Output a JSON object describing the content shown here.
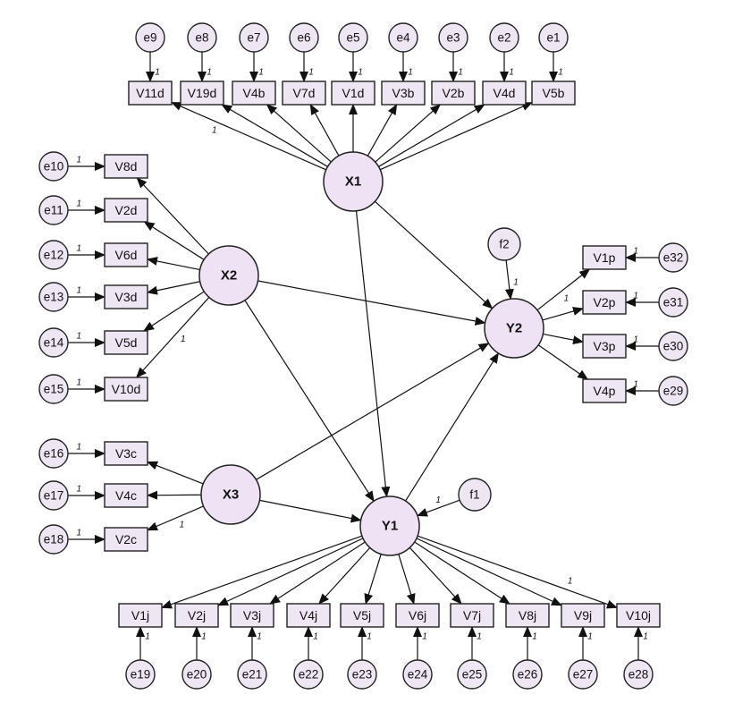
{
  "diagram": {
    "latents": {
      "x1": "X1",
      "x2": "X2",
      "x3": "X3",
      "y1": "Y1",
      "y2": "Y2",
      "f1": "f1",
      "f2": "f2"
    },
    "indicators": {
      "x1": [
        "V11d",
        "V19d",
        "V4b",
        "V7d",
        "V1d",
        "V3b",
        "V2b",
        "V4d",
        "V5b"
      ],
      "x2": [
        "V8d",
        "V2d",
        "V6d",
        "V3d",
        "V5d",
        "V10d"
      ],
      "x3": [
        "V3c",
        "V4c",
        "V2c"
      ],
      "y2": [
        "V1p",
        "V2p",
        "V3p",
        "V4p"
      ],
      "y1": [
        "V1j",
        "V2j",
        "V3j",
        "V4j",
        "V5j",
        "V6j",
        "V7j",
        "V8j",
        "V9j",
        "V10j"
      ]
    },
    "errors": {
      "x1": [
        "e9",
        "e8",
        "e7",
        "e6",
        "e5",
        "e4",
        "e3",
        "e2",
        "e1"
      ],
      "x2": [
        "e10",
        "e11",
        "e12",
        "e13",
        "e14",
        "e15"
      ],
      "x3": [
        "e16",
        "e17",
        "e18"
      ],
      "y2": [
        "e32",
        "e31",
        "e30",
        "e29"
      ],
      "y1": [
        "e19",
        "e20",
        "e21",
        "e22",
        "e23",
        "e24",
        "e25",
        "e26",
        "e27",
        "e28"
      ]
    },
    "fixed_param_label": "1"
  }
}
